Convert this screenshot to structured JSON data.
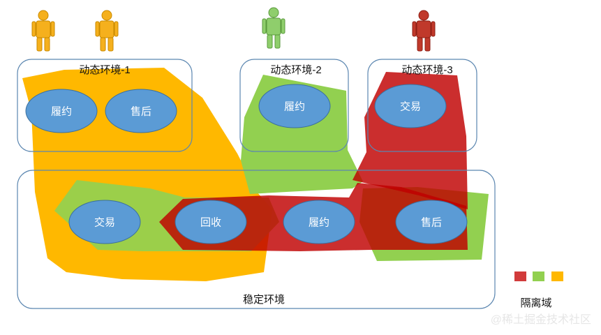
{
  "env_labels": {
    "dynamic_1": "动态环境-1",
    "dynamic_2": "动态环境-2",
    "dynamic_3": "动态环境-3",
    "stable": "稳定环境"
  },
  "nodes": {
    "d1_fulfill": "履约",
    "d1_aftersale": "售后",
    "d2_fulfill": "履约",
    "d3_trade": "交易",
    "s_trade": "交易",
    "s_recycle": "回收",
    "s_fulfill": "履约",
    "s_aftersale": "售后"
  },
  "legend": {
    "label": "隔离域"
  },
  "watermark": "@稀土掘金技术社区",
  "colors": {
    "orange": "#ffb800",
    "green": "#92d050",
    "red": "#c00000",
    "node_blue": "#5b9bd5",
    "person_orange": "#f5b01d",
    "person_green": "#8fce6c",
    "person_red": "#c0392b"
  }
}
